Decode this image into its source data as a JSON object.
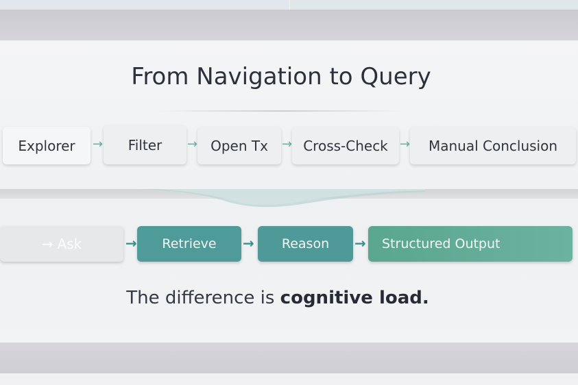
{
  "title": "From Navigation to Query",
  "old_flow": [
    "Explorer",
    "Filter",
    "Open Tx",
    "Cross-Check",
    "Manual Conclusion"
  ],
  "new_flow": {
    "ask": "Ask",
    "steps": [
      "Retrieve",
      "Reason",
      "Structured Output"
    ]
  },
  "arrow": "→",
  "conclusion": {
    "prefix": "The difference is ",
    "emphasis": "cognitive load."
  },
  "colors": {
    "teal": "#4e9b99",
    "green": "#5faa90"
  }
}
